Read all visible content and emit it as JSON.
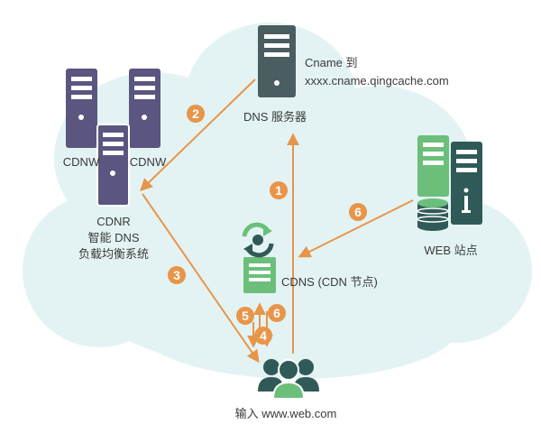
{
  "labels": {
    "cname_line1": "Cname 到",
    "cname_line2": "xxxx.cname.qingcache.com",
    "dns_server": "DNS 服务器",
    "cdnw_left": "CDNW",
    "cdnw_right": "CDNW",
    "cdnr": "CDNR",
    "smart_dns": "智能 DNS",
    "load_balance": "负载均衡系统",
    "cdns": "CDNS (CDN 节点)",
    "web_site": "WEB 站点",
    "user_input": "输入 www.web.com"
  },
  "steps": [
    "1",
    "2",
    "3",
    "4",
    "5",
    "6",
    "6"
  ],
  "colors": {
    "cloud": "#e3f3f3",
    "server_dark": "#4a5d61",
    "server_purple": "#5a5680",
    "server_green": "#6bbf7a",
    "server_teal": "#2f5a57",
    "arrow": "#e8954a",
    "step_badge": "#e8954a",
    "user_icon": "#2f5a57",
    "user_accent": "#6bbf7a"
  },
  "icons": [
    "server-icon",
    "refresh-icon",
    "database-icon",
    "info-icon",
    "users-icon"
  ]
}
